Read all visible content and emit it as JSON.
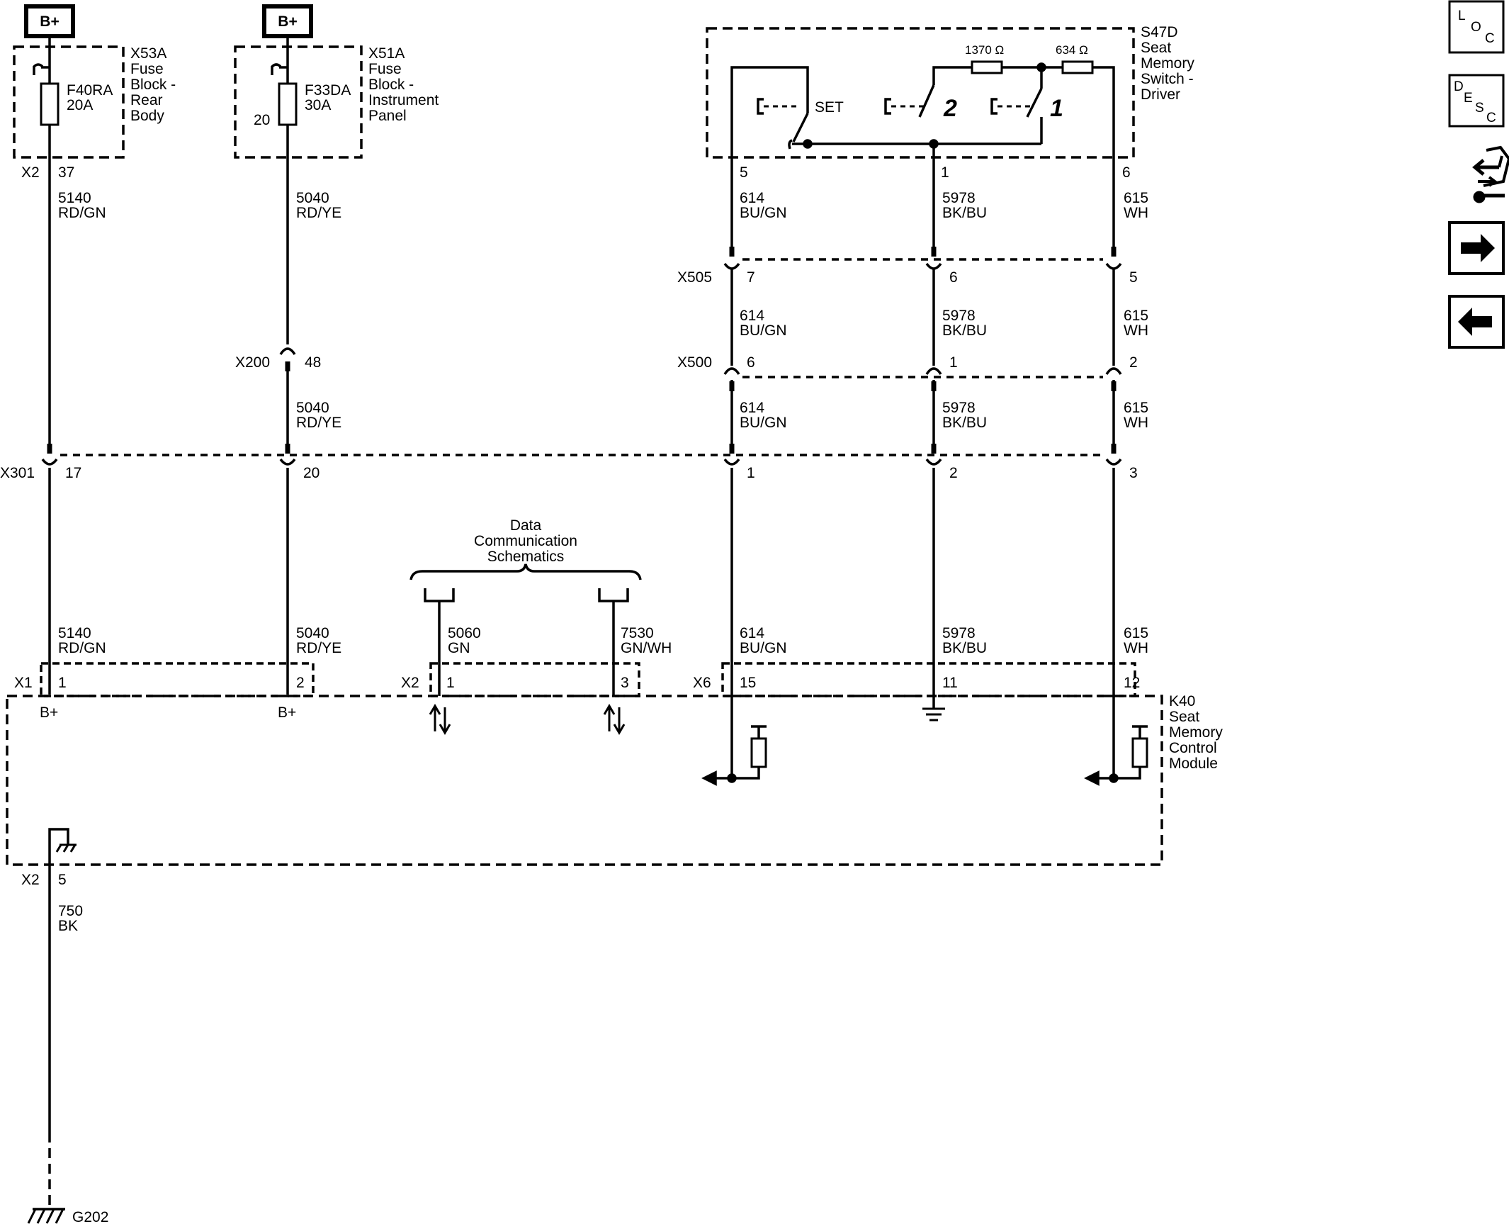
{
  "power": {
    "label": "B+"
  },
  "fuse_rear": {
    "block": {
      "id": "X53A",
      "l1": "Fuse",
      "l2": "Block -",
      "l3": "Rear",
      "l4": "Body"
    },
    "fuse": {
      "id": "F40RA",
      "rating": "20A"
    },
    "connector": "X2",
    "pin": "37"
  },
  "fuse_ip": {
    "block": {
      "id": "X51A",
      "l1": "Fuse",
      "l2": "Block -",
      "l3": "Instrument",
      "l4": "Panel"
    },
    "fuse": {
      "id": "F33DA",
      "rating": "30A",
      "side_pin": "20"
    }
  },
  "switch_module": {
    "id": "S47D",
    "l1": "Seat",
    "l2": "Memory",
    "l3": "Switch -",
    "l4": "Driver",
    "res1": "1370 Ω",
    "res2": "634 Ω",
    "set_label": "SET",
    "btn2": "2",
    "btn1": "1",
    "pins": {
      "p5": "5",
      "p1": "1",
      "p6": "6"
    }
  },
  "wires": {
    "w5140": {
      "circuit": "5140",
      "color": "RD/GN"
    },
    "w5040": {
      "circuit": "5040",
      "color": "RD/YE"
    },
    "w614": {
      "circuit": "614",
      "color": "BU/GN"
    },
    "w5978": {
      "circuit": "5978",
      "color": "BK/BU"
    },
    "w615": {
      "circuit": "615",
      "color": "WH"
    },
    "w5060": {
      "circuit": "5060",
      "color": "GN"
    },
    "w7530": {
      "circuit": "7530",
      "color": "GN/WH"
    },
    "w750": {
      "circuit": "750",
      "color": "BK"
    }
  },
  "connectors": {
    "x505": {
      "id": "X505",
      "p614": "7",
      "p5978": "6",
      "p615": "5"
    },
    "x500": {
      "id": "X500",
      "p614": "6",
      "p5978": "1",
      "p615": "2"
    },
    "x200": {
      "id": "X200",
      "p5040": "48"
    },
    "x301": {
      "id": "X301",
      "p5140": "17",
      "p5040": "20",
      "p614": "1",
      "p5978": "2",
      "p615": "3"
    }
  },
  "data_comm": {
    "l1": "Data",
    "l2": "Communication",
    "l3": "Schematics"
  },
  "module": {
    "id": "K40",
    "l1": "Seat",
    "l2": "Memory",
    "l3": "Control",
    "l4": "Module",
    "x1": {
      "id": "X1",
      "p1": "1",
      "p2": "2",
      "b1": "B+",
      "b2": "B+"
    },
    "x2": {
      "id": "X2",
      "p1": "1",
      "p3": "3"
    },
    "x6": {
      "id": "X6",
      "p15": "15",
      "p11": "11",
      "p12": "12"
    },
    "gnd": {
      "id": "X2",
      "pin": "5"
    }
  },
  "ground": {
    "id": "G202"
  },
  "nav": {
    "loc": {
      "l": "L",
      "o": "O",
      "c": "C"
    },
    "desc": {
      "d": "D",
      "e": "E",
      "s": "S",
      "c": "C"
    },
    "icons": [
      "connector-icon",
      "next-arrow-icon",
      "back-arrow-icon"
    ]
  }
}
